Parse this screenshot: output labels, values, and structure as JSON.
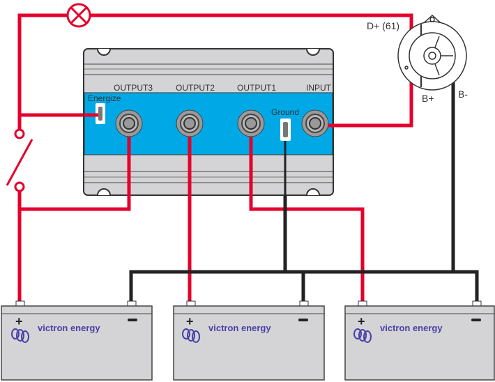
{
  "isolator": {
    "terminals": [
      "OUTPUT3",
      "OUTPUT2",
      "OUTPUT1",
      "INPUT"
    ],
    "energize_label": "Energize",
    "ground_label": "Ground"
  },
  "alternator": {
    "d_plus_label": "D+ (61)",
    "b_plus_label": "B+",
    "b_minus_label": "B-"
  },
  "batteries": [
    {
      "brand": "victron energy"
    },
    {
      "brand": "victron energy"
    },
    {
      "brand": "victron energy"
    }
  ],
  "colors": {
    "positive_wire": "#e4002b",
    "negative_wire": "#222222",
    "isolator_band": "#00a8e6",
    "housing": "#d4d4d6",
    "brand": "#4a3fa6"
  }
}
